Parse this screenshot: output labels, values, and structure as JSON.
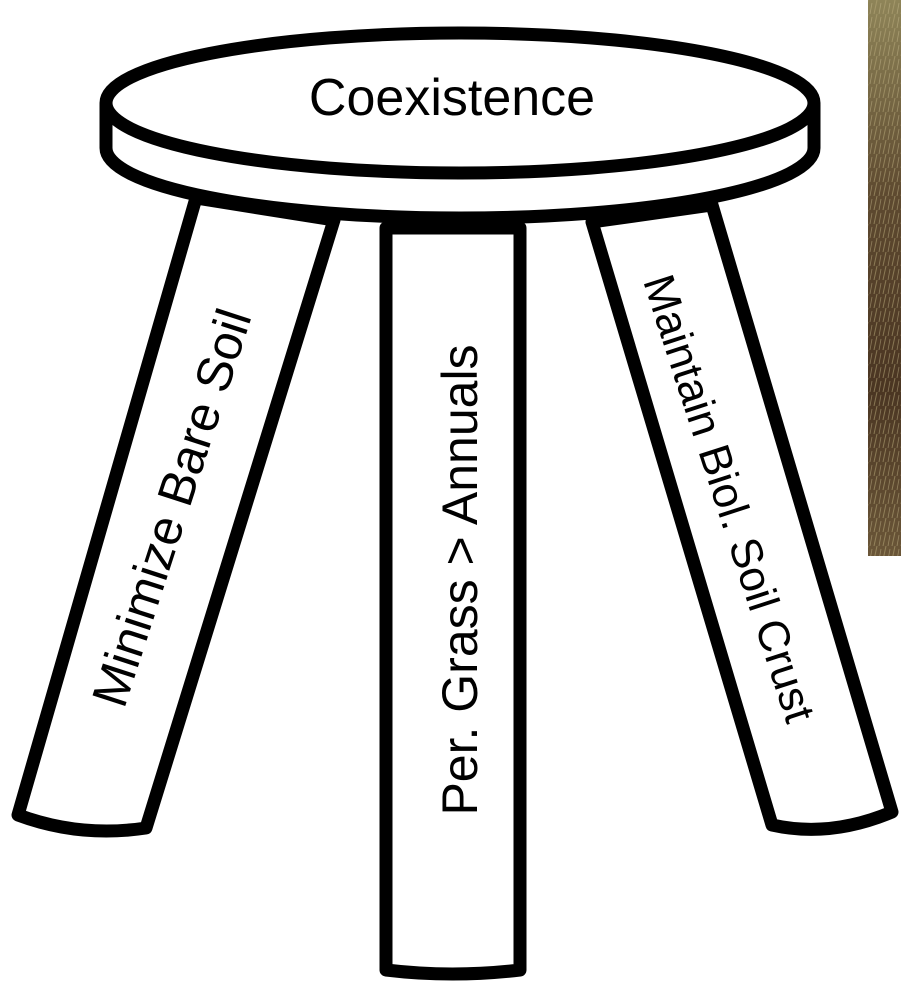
{
  "diagram": {
    "seat_label": "Coexistence",
    "legs": [
      {
        "label": "Minimize Bare Soil"
      },
      {
        "label": "Per. Grass > Annuals"
      },
      {
        "label": "Maintain Biol. Soil Crust"
      }
    ]
  },
  "photo": {
    "description": "Partial photograph of dry grassland with soil crust (cropped at right edge)",
    "colors": {
      "dark": "#3a2a1c",
      "mid": "#6b5638",
      "light": "#a89468",
      "grass": "#7a7440"
    }
  },
  "colors": {
    "outline": "#000000",
    "fill": "#ffffff"
  }
}
